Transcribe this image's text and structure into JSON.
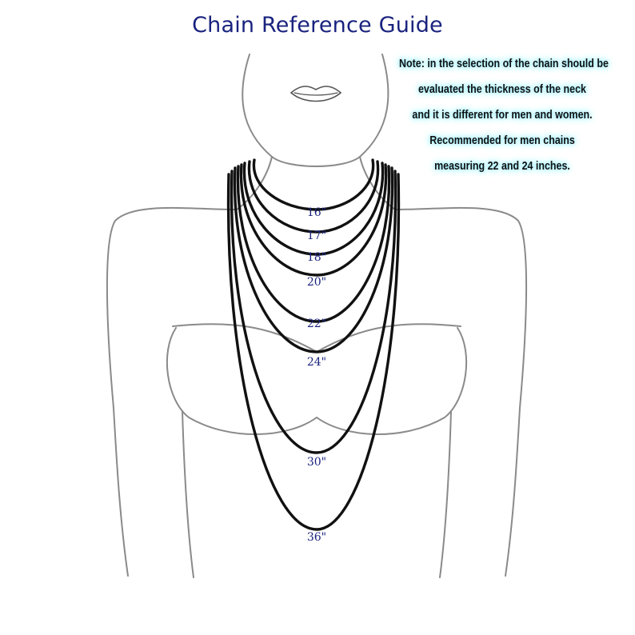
{
  "title": "Chain Reference Guide",
  "note": {
    "lines": [
      "Note: in the selection of the chain should be",
      "evaluated the thickness of the neck",
      "and it is different for men and women.",
      "Recommended for men chains",
      "measuring 22 and 24 inches."
    ]
  },
  "chains": [
    {
      "label": "16\""
    },
    {
      "label": "17\""
    },
    {
      "label": "18\""
    },
    {
      "label": "20\""
    },
    {
      "label": "22\""
    },
    {
      "label": "24\""
    },
    {
      "label": "30\""
    },
    {
      "label": "36\""
    }
  ],
  "colors": {
    "title": "#1a237e",
    "labels": "#1a237e",
    "body_outline": "#888888",
    "chain": "#111111",
    "note_glow": "#7ee8ff"
  }
}
